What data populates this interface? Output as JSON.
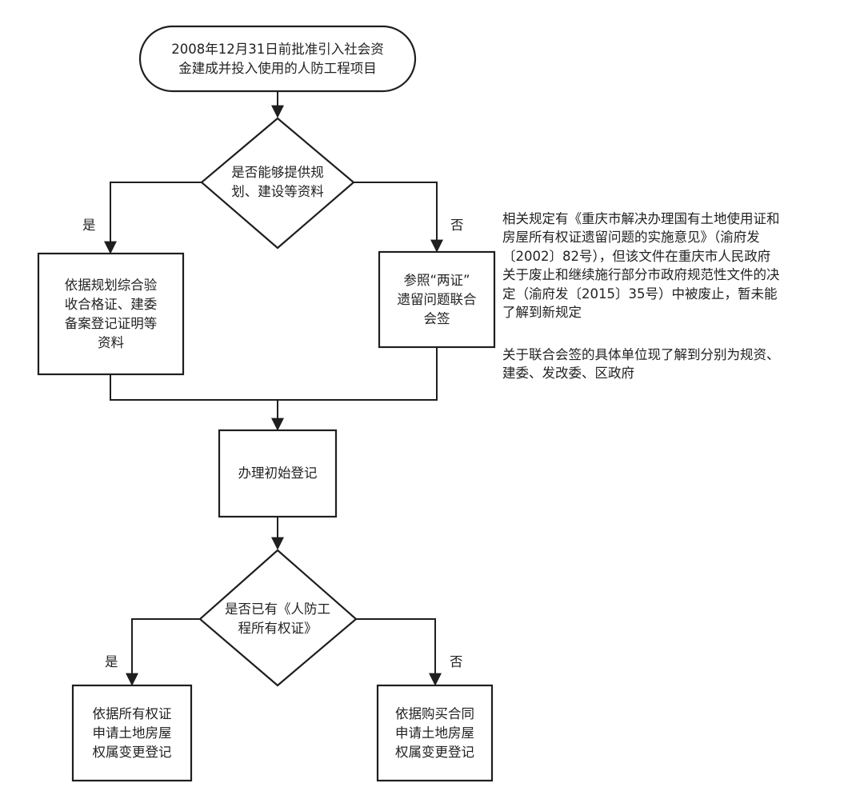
{
  "nodes": {
    "start": "2008年12月31日前批准引入社会资\n金建成并投入使用的人防工程项目",
    "decision1": "是否能够提供规\n划、建设等资料",
    "yes_box1": "依据规划综合验\n收合格证、建委\n备案登记证明等\n资料",
    "no_box1": "参照“两证”\n遗留问题联合\n会签",
    "register": "办理初始登记",
    "decision2": "是否已有《人防工\n程所有权证》",
    "yes_box2": "依据所有权证\n申请土地房屋\n权属变更登记",
    "no_box2": "依据购买合同\n申请土地房屋\n权属变更登记"
  },
  "edge_labels": {
    "yes1": "是",
    "no1": "否",
    "yes2": "是",
    "no2": "否"
  },
  "notes": {
    "note1": "相关规定有《重庆市解决办理国有土地使用证和\n房屋所有权证遗留问题的实施意见》（渝府发\n〔2002〕82号），但该文件在重庆市人民政府\n关于废止和继续施行部分市政府规范性文件的决\n定（渝府发〔2015〕35号）中被废止，暂未能\n了解到新规定",
    "note2": "关于联合会签的具体单位现了解到分别为规资、\n建委、发改委、区政府"
  }
}
